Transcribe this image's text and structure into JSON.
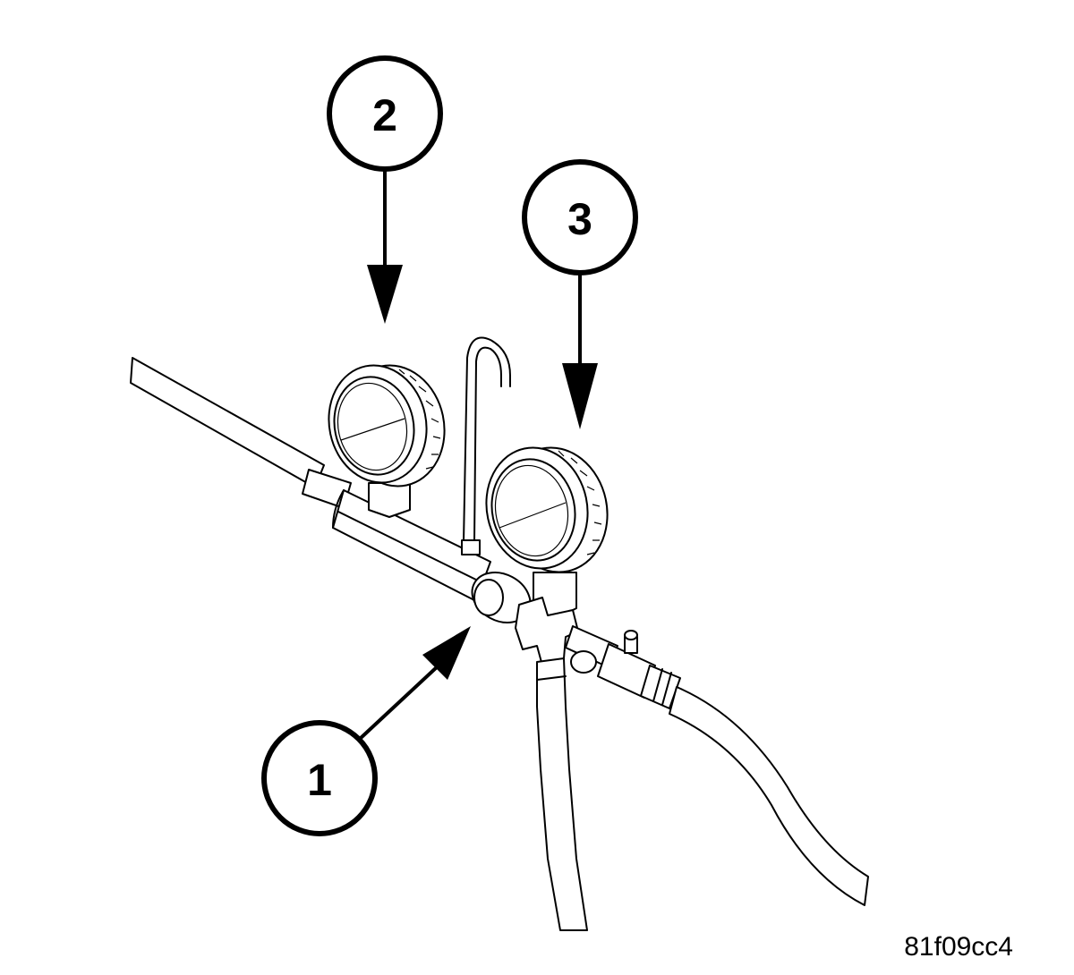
{
  "callouts": [
    {
      "id": "1",
      "label": "1"
    },
    {
      "id": "2",
      "label": "2"
    },
    {
      "id": "3",
      "label": "3"
    }
  ],
  "reference_code": "81f09cc4",
  "colors": {
    "ink": "#000000",
    "background": "#ffffff"
  }
}
